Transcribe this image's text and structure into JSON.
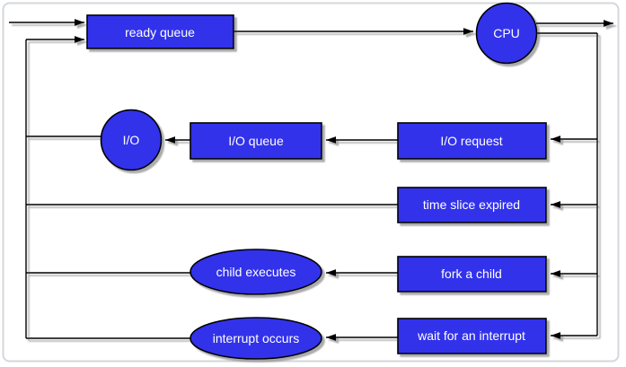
{
  "nodes": {
    "ready_queue": "ready queue",
    "cpu": "CPU",
    "io": "I/O",
    "io_queue": "I/O queue",
    "io_request": "I/O request",
    "time_slice_expired": "time slice expired",
    "child_executes": "child executes",
    "fork_a_child": "fork a child",
    "interrupt_occurs": "interrupt occurs",
    "wait_for_an_interrupt": "wait for an interrupt"
  },
  "colors": {
    "node_fill": "#3333eb",
    "node_stroke": "#000000",
    "label_text": "#ffffff",
    "edge": "#000000",
    "frame_border": "#d4d7db",
    "shadow": "#8f8f8f",
    "background": "#ffffff"
  }
}
